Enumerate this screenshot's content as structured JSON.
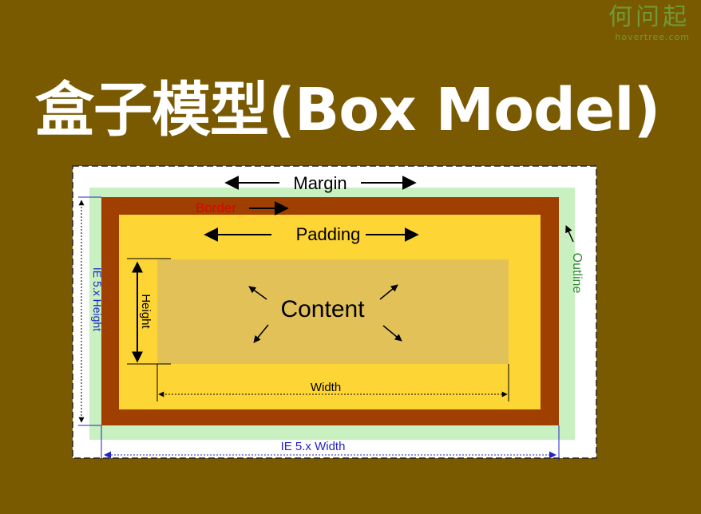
{
  "title": "盒子模型(Box Model)",
  "watermark": {
    "cn": "何问起",
    "url": "hovertree.com"
  },
  "diagram": {
    "margin_label": "Margin",
    "border_label": "Border",
    "padding_label": "Padding",
    "content_label": "Content",
    "height_label": "Height",
    "width_label": "Width",
    "outline_label": "Outline",
    "ie_height_label": "IE 5.x Height",
    "ie_width_label": "IE 5.x Width"
  },
  "colors": {
    "background": "#7a5a00",
    "margin": "#c9f0c0",
    "border": "#a04000",
    "padding": "#fdd535",
    "content": "#e2c159",
    "outline": "#2e8b2e",
    "ie_dims": "#2222cc",
    "border_text": "#e00000"
  }
}
